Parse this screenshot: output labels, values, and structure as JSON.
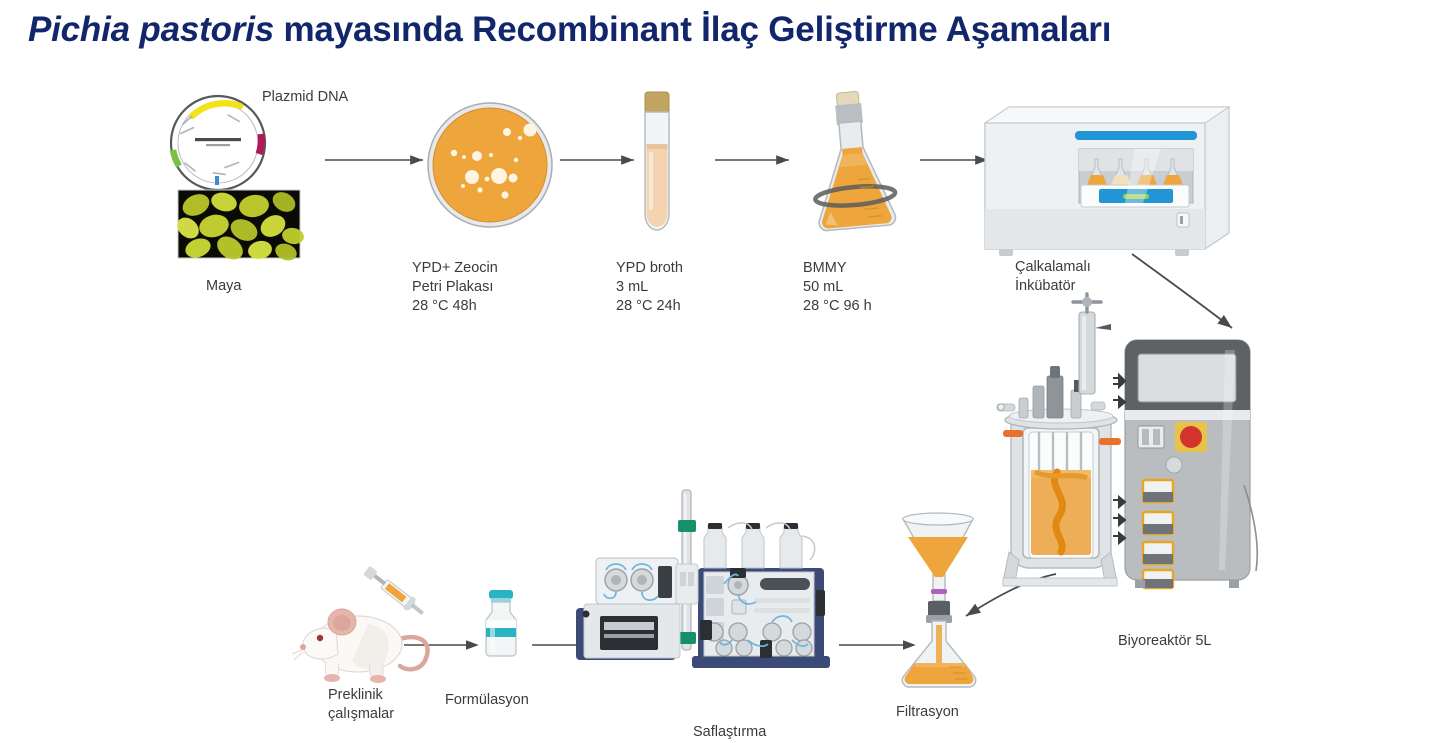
{
  "title": {
    "species": "Pichia pastoris",
    "rest": " mayasında Recombinant İlaç Geliştirme Aşamaları",
    "color": "#12276b"
  },
  "palette": {
    "title_navy": "#12276b",
    "label_gray": "#3b3b3b",
    "arrow_gray": "#4a4a4a",
    "media_orange": "#eda53c",
    "broth_peach": "#f3d3b0",
    "device_gray": "#d8dadc",
    "accent_blue": "#2196d6",
    "fplc_navy": "#3c4a78",
    "vial_teal": "#2bb3c4",
    "bioreactor_dark": "#5e5e5e",
    "emergency_red": "#d2332b",
    "plasmid_yellow": "#f2e318",
    "plasmid_magenta": "#b4185a",
    "plasmid_green": "#7bc043",
    "yeast_cell": "#cdd62a"
  },
  "steps": [
    {
      "id": "plasmid",
      "name": "plasmid-dna",
      "label": "Plazmid DNA"
    },
    {
      "id": "yeast",
      "name": "yeast-micrograph",
      "label": "Maya"
    },
    {
      "id": "petri",
      "name": "petri-dish",
      "label": "YPD+ Zeocin\nPetri Plakası\n28 °C  48h"
    },
    {
      "id": "tube",
      "name": "culture-tube",
      "label": "YPD broth\n3 mL\n28 °C  24h"
    },
    {
      "id": "flask",
      "name": "erlenmeyer-flask",
      "label": "BMMY\n50 mL\n28 °C  96 h"
    },
    {
      "id": "incubator",
      "name": "shaking-incubator",
      "label": "Çalkalamalı\nİnkübatör"
    },
    {
      "id": "bioreactor",
      "name": "bioreactor",
      "label": "Biyoreaktör 5L"
    },
    {
      "id": "filtration",
      "name": "filtration-setup",
      "label": "Filtrasyon"
    },
    {
      "id": "purification",
      "name": "chromatography-fplc",
      "label": "Saflaştırma"
    },
    {
      "id": "formulation",
      "name": "formulation-vial",
      "label": "Formülasyon"
    },
    {
      "id": "preclinical",
      "name": "preclinical-mouse",
      "label": "Preklinik\nçalışmalar"
    }
  ]
}
